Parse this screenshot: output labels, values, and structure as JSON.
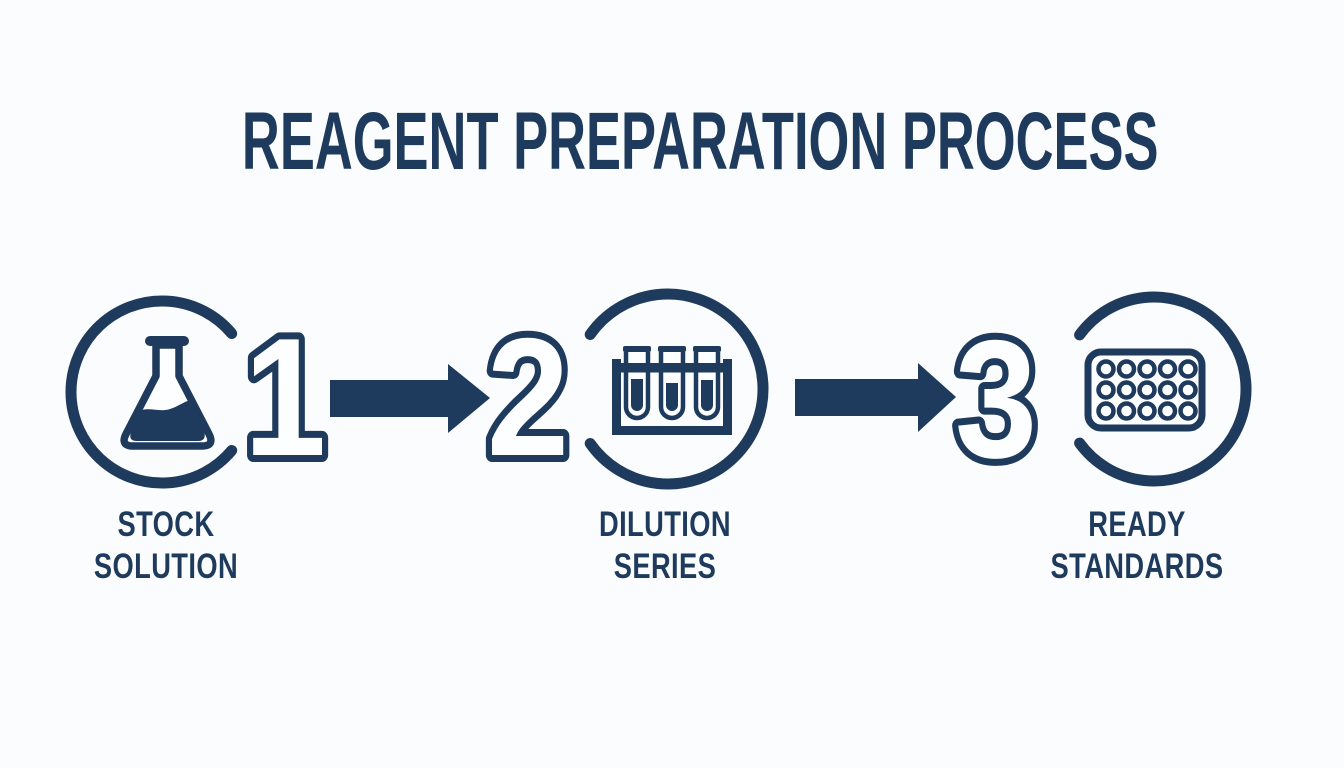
{
  "title": "REAGENT PREPARATION PROCESS",
  "colors": {
    "accent": "#1e3a5c",
    "background": "#fbfcfd"
  },
  "steps": [
    {
      "number": "1",
      "icon": "flask-icon",
      "label_lines": [
        "STOCK",
        "SOLUTION"
      ]
    },
    {
      "number": "2",
      "icon": "test-tube-rack-icon",
      "label_lines": [
        "DILUTION",
        "SERIES"
      ]
    },
    {
      "number": "3",
      "icon": "microplate-icon",
      "label_lines": [
        "READY",
        "STANDARDS"
      ]
    }
  ],
  "connectors": [
    {
      "icon": "arrow-right-icon"
    },
    {
      "icon": "arrow-right-icon"
    }
  ]
}
